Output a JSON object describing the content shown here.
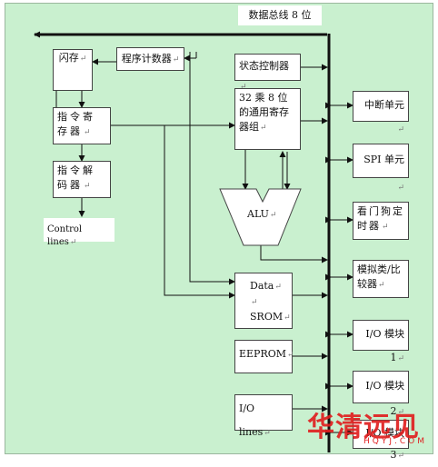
{
  "bus_label": "数据总线 8 位",
  "paragraph_mark": "↵",
  "blocks": {
    "flash": "闪存",
    "program_counter": "程序计数器",
    "instruction_register": "指令寄存器",
    "instruction_decoder": "指令解码器",
    "control_lines": "Control lines",
    "state_controller": "状态控制器",
    "gp_registers": "32 乘 8 位的通用寄存器组",
    "alu": "ALU",
    "data_srom_line1": "Data",
    "data_srom_line2": "SROM",
    "eeprom": "EEPROM",
    "io_lines": "I/O lines"
  },
  "peripherals": {
    "interrupt_unit": "中断单元",
    "spi_unit": "SPI 单元",
    "watchdog_timer": "看门狗定时器",
    "analog_comparator": "模拟类/比较器",
    "io_module_1": "I/O 模块 1",
    "io_module_2": "I/O 模块 2",
    "io_module_3": "I/O 模块 3"
  },
  "watermark": {
    "chinese": "华清远见",
    "latin": "HQYJ.COM"
  },
  "colors": {
    "background": "#c9f0cf",
    "box_fill": "#ffffff",
    "line": "#111111",
    "watermark": "#e02020"
  }
}
